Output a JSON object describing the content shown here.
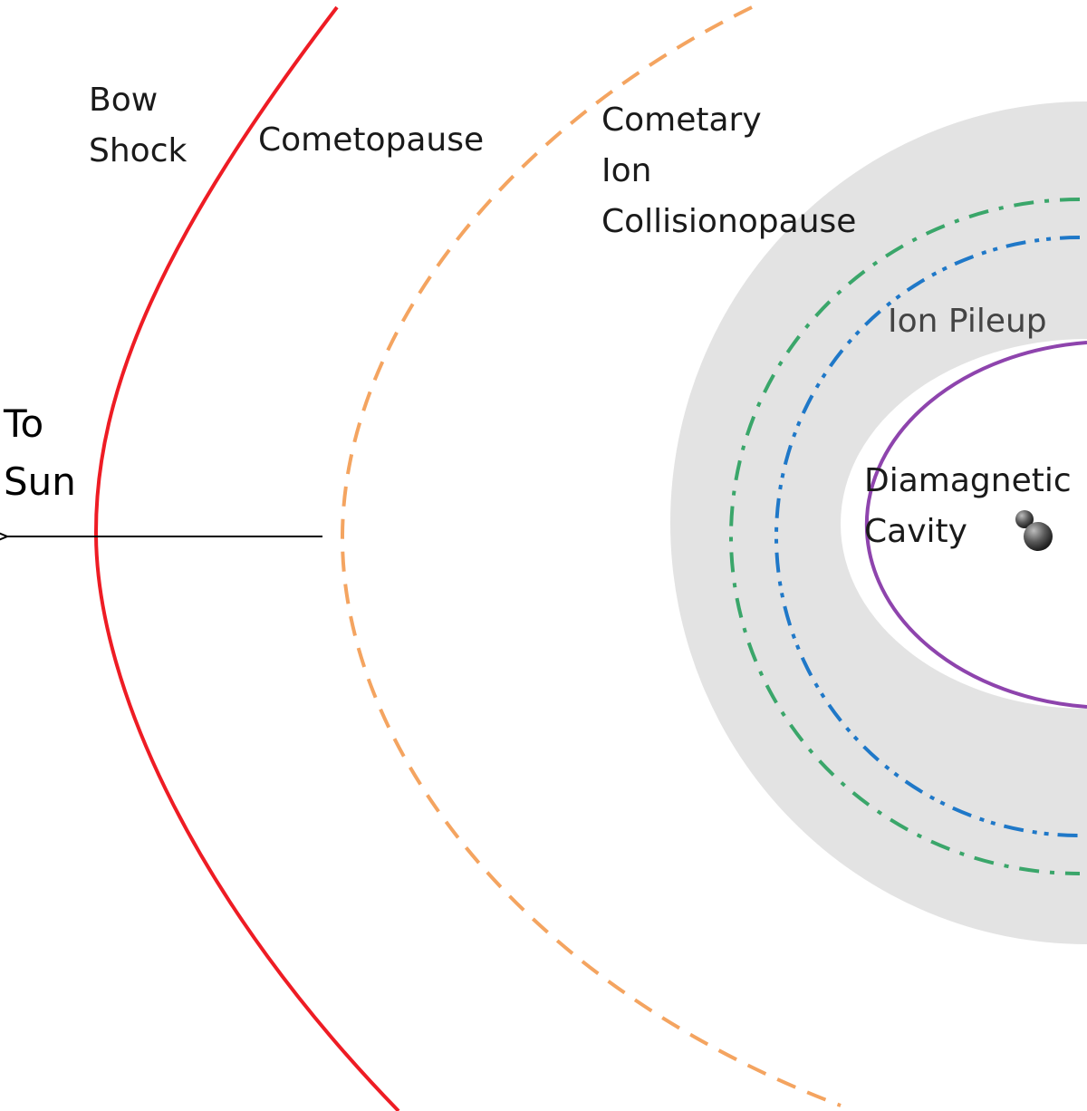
{
  "labels": {
    "bow_shock": [
      "Bow",
      "Shock"
    ],
    "cometopause": "Cometopause",
    "collisionopause": [
      "Cometary",
      "Ion",
      "Collisionopause"
    ],
    "ion_pileup": "Ion Pileup",
    "diamagnetic_cavity": [
      "Diamagnetic",
      "Cavity"
    ],
    "to_sun": [
      "To",
      "Sun"
    ]
  },
  "colors": {
    "bow_shock": "#ee1c24",
    "cometopause": "#f4a460",
    "collisionopause": "#3aa66a",
    "ion_pileup_boundary": "#1f78c8",
    "diamagnetic_cavity": "#8e44ad",
    "pileup_region": "#e3e3e3",
    "nucleus": "#4a4a4a",
    "text": "#1a1a1a",
    "text_muted": "#444444",
    "arrow": "#000000"
  },
  "icons": {
    "nucleus": "comet-nucleus-icon",
    "direction": "arrow-left-icon"
  }
}
